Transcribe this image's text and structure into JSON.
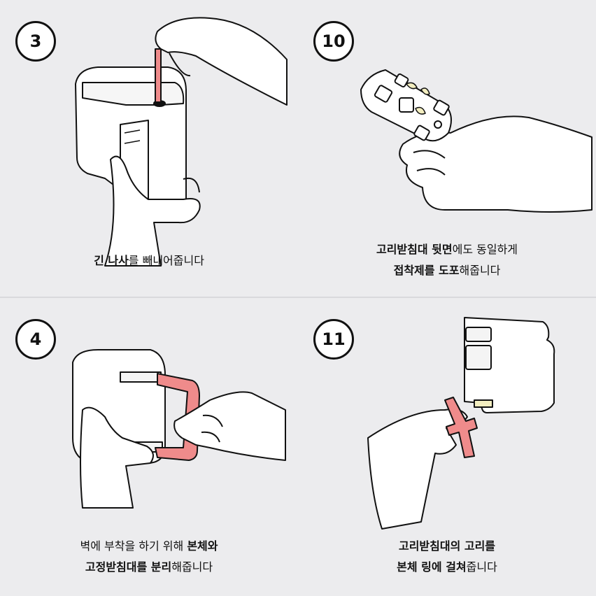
{
  "colors": {
    "background": "#ececee",
    "accent_pink": "#ef8b8b",
    "line": "#111111"
  },
  "steps": [
    {
      "number": "3",
      "caption_lines": [
        [
          {
            "text": "긴 나사",
            "bold": true
          },
          {
            "text": "를 빼내어줍니다",
            "bold": false
          }
        ]
      ]
    },
    {
      "number": "10",
      "caption_lines": [
        [
          {
            "text": "고리받침대 뒷면",
            "bold": true
          },
          {
            "text": "에도 동일하게",
            "bold": false
          }
        ],
        [
          {
            "text": "접착제를 도포",
            "bold": true
          },
          {
            "text": "해줍니다",
            "bold": false
          }
        ]
      ]
    },
    {
      "number": "4",
      "caption_lines": [
        [
          {
            "text": "벽에 부착을 하기 위해 ",
            "bold": false
          },
          {
            "text": "본체와",
            "bold": true
          }
        ],
        [
          {
            "text": "고정받침대를 분리",
            "bold": true
          },
          {
            "text": "해줍니다",
            "bold": false
          }
        ]
      ]
    },
    {
      "number": "11",
      "caption_lines": [
        [
          {
            "text": "고리받침대의 고리를",
            "bold": true
          }
        ],
        [
          {
            "text": "본체 링에 걸쳐",
            "bold": true
          },
          {
            "text": "줍니다",
            "bold": false
          }
        ]
      ]
    }
  ]
}
